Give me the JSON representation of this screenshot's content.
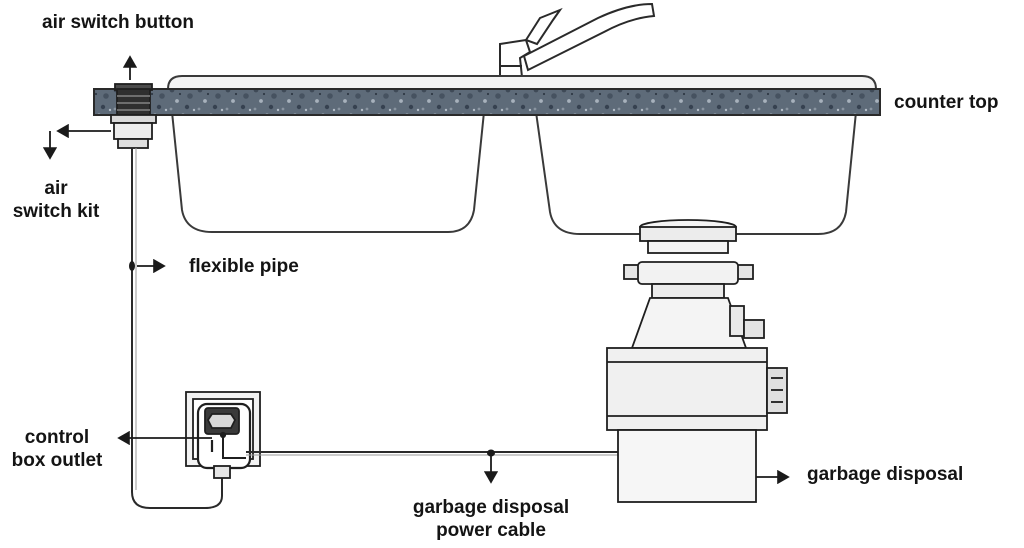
{
  "labels": {
    "air_switch_button": "air switch button",
    "counter_top": "counter top",
    "air_switch_kit_line1": "air",
    "air_switch_kit_line2": "switch kit",
    "flexible_pipe": "flexible pipe",
    "control_box_line1": "control",
    "control_box_line2": "box outlet",
    "garbage_disposal": "garbage disposal",
    "power_cable_line1": "garbage disposal",
    "power_cable_line2": "power cable"
  },
  "colors": {
    "line": "#1a1a1a",
    "counter_base": "#5c6a78",
    "counter_dark": "#3e4956",
    "counter_light": "#9aa5b1",
    "metal": "#e6e6e6",
    "background": "#ffffff"
  }
}
